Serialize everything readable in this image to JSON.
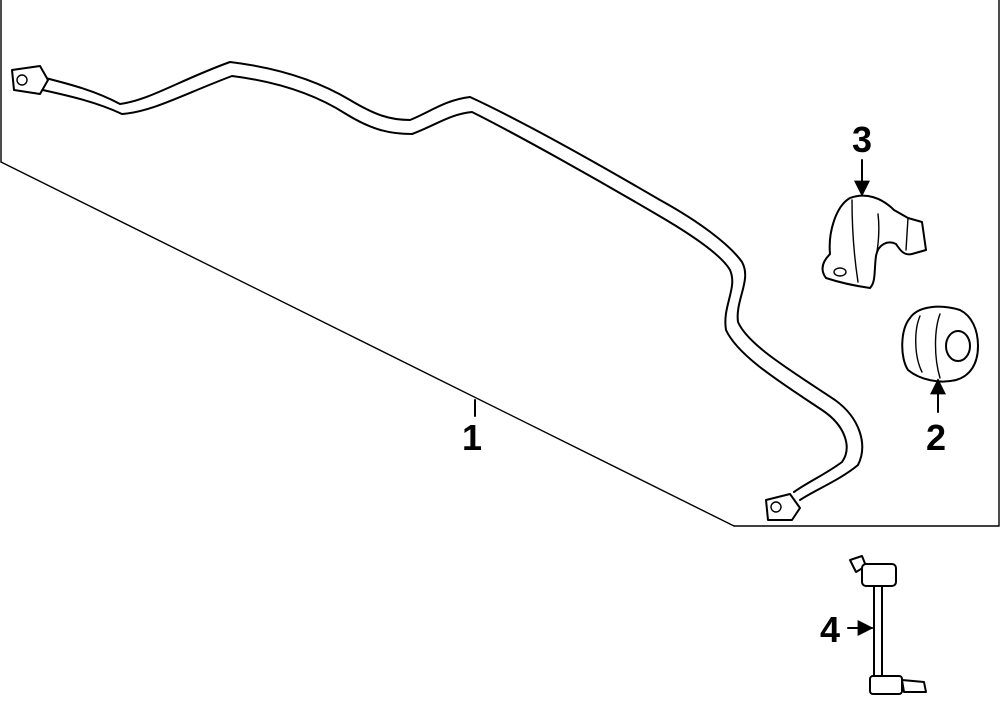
{
  "diagram": {
    "parts": [
      {
        "id": "1",
        "label": "1"
      },
      {
        "id": "2",
        "label": "2"
      },
      {
        "id": "3",
        "label": "3"
      },
      {
        "id": "4",
        "label": "4"
      }
    ]
  },
  "colors": {
    "line": "#000000",
    "background": "#ffffff"
  }
}
